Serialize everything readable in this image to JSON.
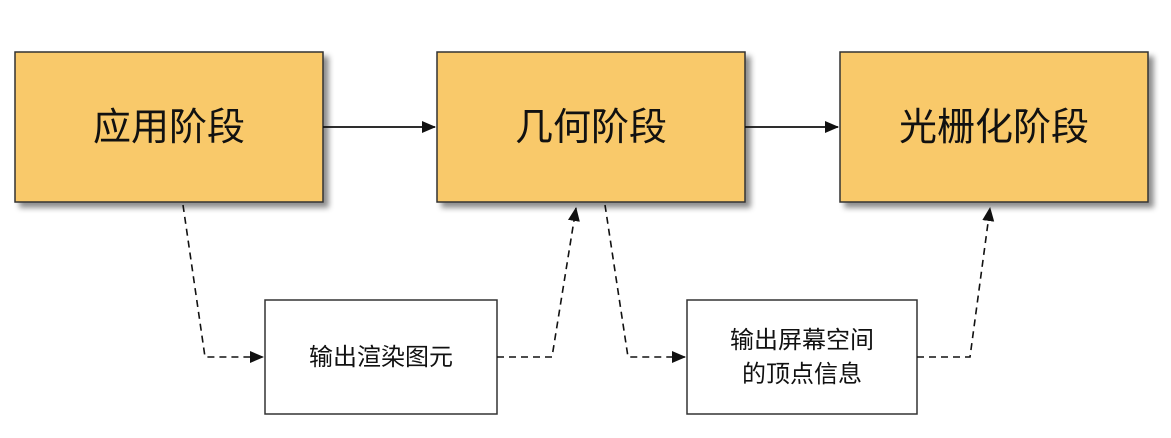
{
  "stages": [
    {
      "label": "应用阶段"
    },
    {
      "label": "几何阶段"
    },
    {
      "label": "光栅化阶段"
    }
  ],
  "outputs": [
    {
      "lines": [
        "输出渲染图元"
      ]
    },
    {
      "lines": [
        "输出屏幕空间",
        "的顶点信息"
      ]
    }
  ],
  "colors": {
    "stage_fill": "#F9C96A",
    "stage_border": "#333333",
    "note_fill": "#FFFFFF",
    "note_border": "#333333",
    "arrow": "#111111"
  }
}
